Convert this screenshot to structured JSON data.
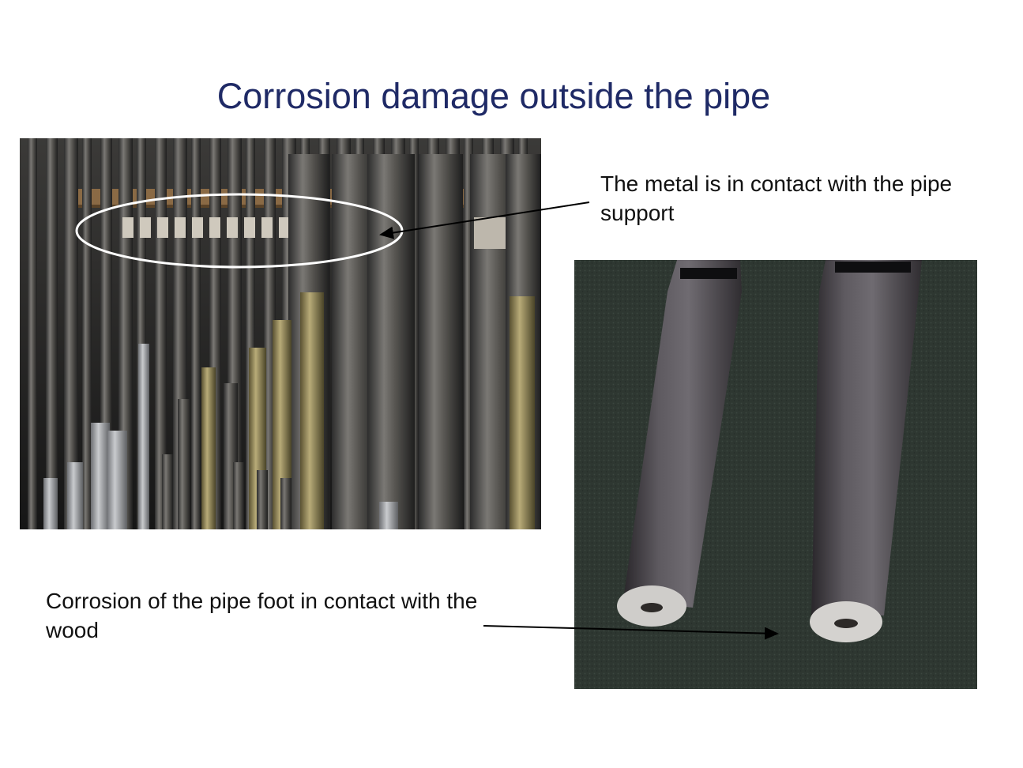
{
  "slide": {
    "title": "Corrosion damage outside the pipe",
    "caption_top": "The metal is in contact with the pipe support",
    "caption_bottom": "Corrosion of the pipe foot in contact with the wood"
  },
  "photos": {
    "left_subject": "organ-pipes-photo",
    "right_subject": "pipe-feet-photo"
  },
  "colors": {
    "title": "#1f2a66",
    "text": "#111111",
    "ellipse": "#ffffff",
    "arrow": "#000000"
  }
}
